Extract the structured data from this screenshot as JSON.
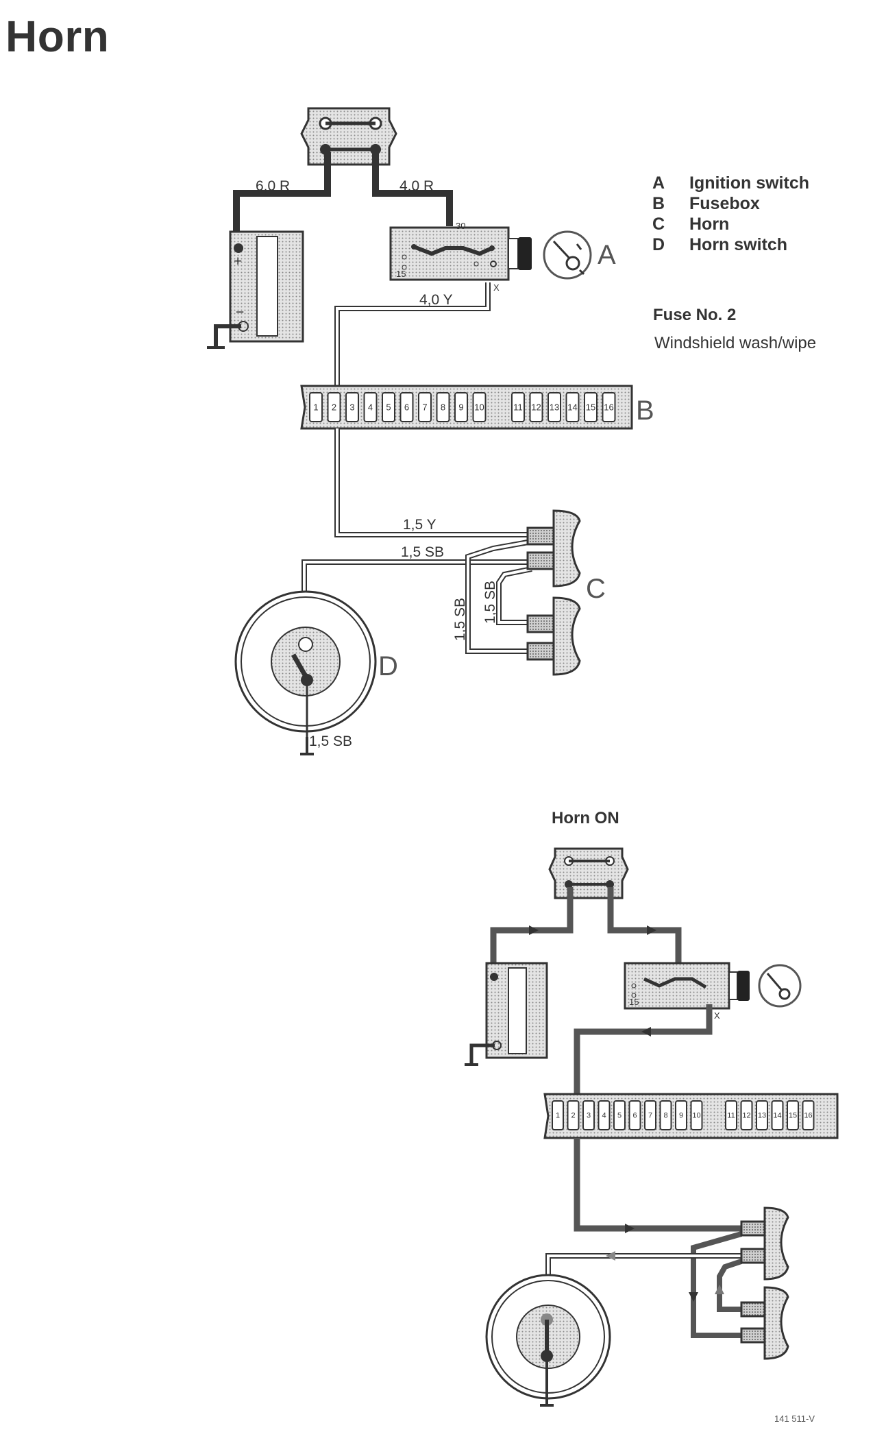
{
  "title": "Horn",
  "legend": [
    {
      "key": "A",
      "label": "Ignition switch"
    },
    {
      "key": "B",
      "label": "Fusebox"
    },
    {
      "key": "C",
      "label": "Horn"
    },
    {
      "key": "D",
      "label": "Horn switch"
    }
  ],
  "fuse": {
    "title": "Fuse No. 2",
    "description": "Windshield wash/wipe"
  },
  "component_labels": {
    "A": "A",
    "B": "B",
    "C": "C",
    "D": "D"
  },
  "wire_labels": {
    "battery_positive": "6,0 R",
    "ignition_feed": "4,0 R",
    "ignition_to_fuse": "4,0 Y",
    "fuse_to_horn": "1,5 Y",
    "horn_to_switch": "1,5 SB",
    "horn_jumper_1": "1,5 SB",
    "horn_jumper_2": "1,5 SB",
    "switch_ground": "1,5 SB"
  },
  "terminals": {
    "t30": "30",
    "t15": "15",
    "tx": "X",
    "plus": "+",
    "minus": "−"
  },
  "fuse_numbers": [
    "1",
    "2",
    "3",
    "4",
    "5",
    "6",
    "7",
    "8",
    "9",
    "10",
    "11",
    "12",
    "13",
    "14",
    "15",
    "16"
  ],
  "section2": {
    "title": "Horn ON",
    "terminal_15": "15",
    "terminal_x": "X"
  },
  "figure_code": "141 511-V",
  "colors": {
    "line": "#3a3a3a",
    "fill": "#d9d9d9",
    "flow": "#6e6e6e"
  }
}
